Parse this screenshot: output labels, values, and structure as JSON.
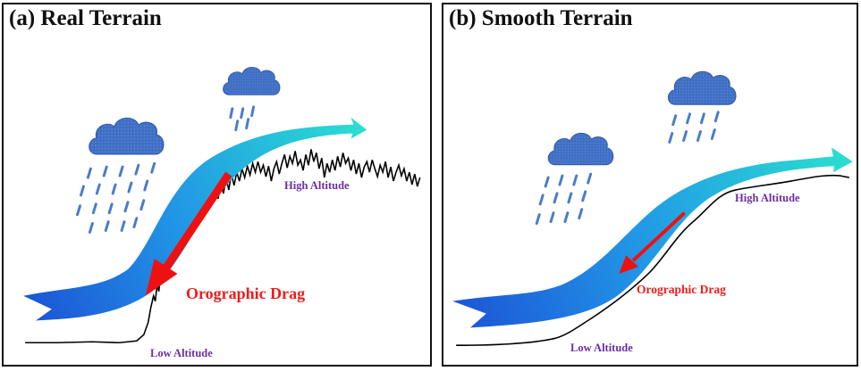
{
  "panel_a": {
    "title": "(a) Real Terrain",
    "drag_label": "Orographic Drag",
    "high_label": "High Altitude",
    "low_label": "Low Altitude"
  },
  "panel_b": {
    "title": "(b) Smooth Terrain",
    "drag_label": "Orographic Drag",
    "high_label": "High Altitude",
    "low_label": "Low Altitude"
  },
  "colors": {
    "flow_start": "#1f5fd8",
    "flow_end": "#27d8d0",
    "drag_arrow": "#ee1111",
    "cloud": "#3f6fc4",
    "rain": "#4a7cc8",
    "label_purple": "#6a2fa0",
    "terrain": "#000000"
  }
}
